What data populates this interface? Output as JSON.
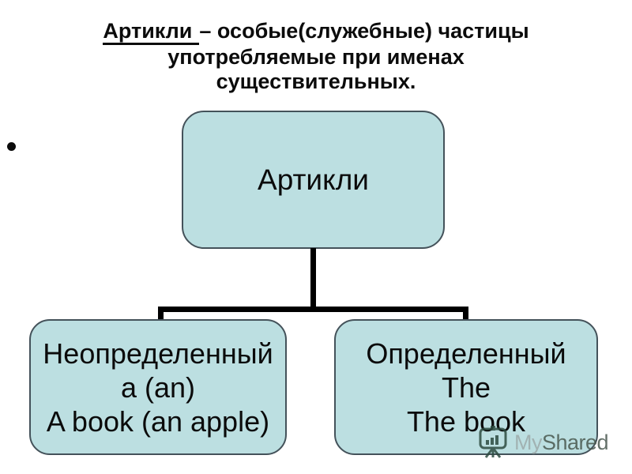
{
  "slide": {
    "title": {
      "underlined": "Артикли",
      "line1_rest": "– особые(служебные) частицы",
      "line2": "употребляемые при именах",
      "line3": "существительных."
    },
    "diagram": {
      "root": {
        "label": "Артикли"
      },
      "children": [
        {
          "line1": "Неопределенный",
          "line2": "a (an)",
          "line3": "A book (an apple)"
        },
        {
          "line1": "Определенный",
          "line2": "The",
          "line3": "The book"
        }
      ]
    },
    "watermark": {
      "part1": "My",
      "part2": "Shared"
    },
    "colors": {
      "node_fill": "#bcdfe1",
      "node_border": "#44525a",
      "connector": "#000000",
      "title_text": "#0b0b0b",
      "watermark_my": "#9dabaa",
      "watermark_shared": "#49584f",
      "watermark_icon": "#2d4c41"
    }
  }
}
